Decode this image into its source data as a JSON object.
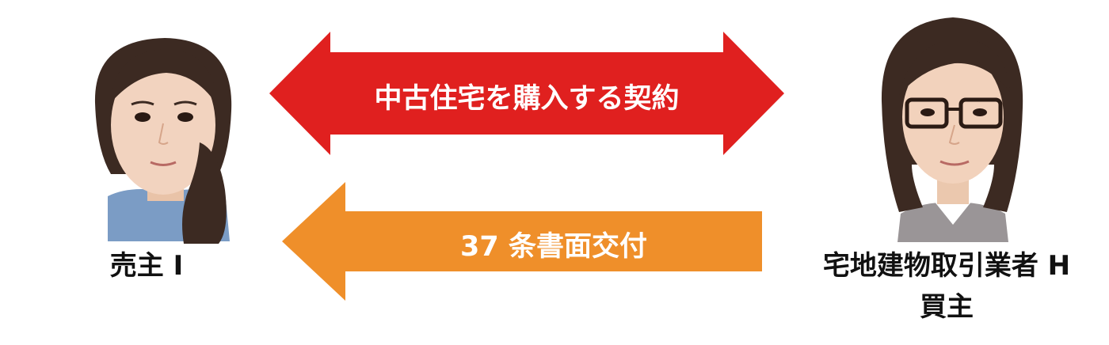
{
  "contract_arrow": {
    "label": "中古住宅を購入する契約",
    "color": "#e0201f",
    "direction": "both"
  },
  "document_arrow": {
    "label": "37 条書面交付",
    "color": "#ef8f2a",
    "direction": "left"
  },
  "seller": {
    "label": "売主 I",
    "shirt_color": "#7b9cc5"
  },
  "buyer": {
    "label_line1": "宅地建物取引業者 H",
    "label_line2": "買主",
    "jacket_color": "#9a9597"
  }
}
